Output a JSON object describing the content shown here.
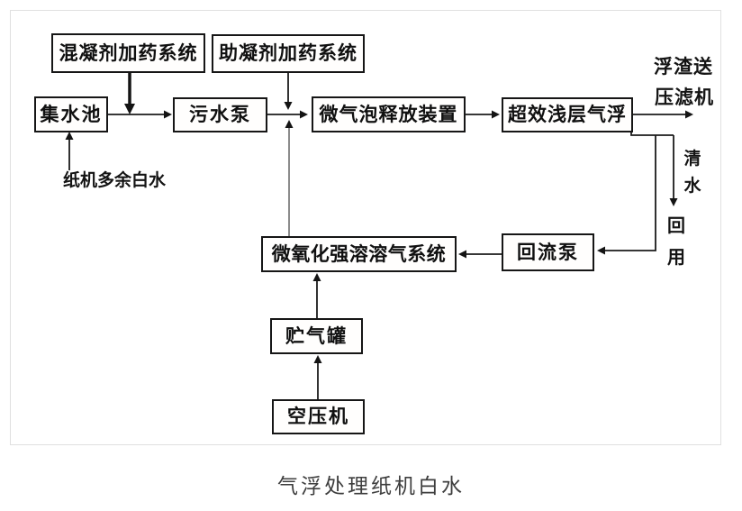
{
  "page": {
    "caption": "气浮处理纸机白水"
  },
  "diagram": {
    "nodes": [
      {
        "id": "coagulant-dosing",
        "label": "混凝剂加药系统"
      },
      {
        "id": "flocculant-dosing",
        "label": "助凝剂加药系统"
      },
      {
        "id": "collection-tank",
        "label": "集水池"
      },
      {
        "id": "sewage-pump",
        "label": "污水泵"
      },
      {
        "id": "microbubble-release",
        "label": "微气泡释放装置"
      },
      {
        "id": "shallow-air-flotation",
        "label": "超效浅层气浮"
      },
      {
        "id": "oxidation-dissolved-air-system",
        "label": "微氧化强溶溶气系统"
      },
      {
        "id": "return-pump",
        "label": "回流泵"
      },
      {
        "id": "air-storage-tank",
        "label": "贮气罐"
      },
      {
        "id": "air-compressor",
        "label": "空压机"
      }
    ],
    "labels": {
      "influent": "纸机多余白水",
      "scum_line1": "浮渣送",
      "scum_line2": "压滤机",
      "clean_water": "清水",
      "reuse": "回用"
    },
    "edges": [
      {
        "from": "纸机多余白水",
        "to": "集水池"
      },
      {
        "from": "混凝剂加药系统",
        "to": "集水池-污水泵管线"
      },
      {
        "from": "集水池",
        "to": "污水泵"
      },
      {
        "from": "助凝剂加药系统",
        "to": "污水泵-微气泡释放装置管线"
      },
      {
        "from": "微氧化强溶溶气系统",
        "to": "污水泵-微气泡释放装置管线"
      },
      {
        "from": "污水泵",
        "to": "微气泡释放装置"
      },
      {
        "from": "微气泡释放装置",
        "to": "超效浅层气浮"
      },
      {
        "from": "超效浅层气浮",
        "to": "浮渣送压滤机"
      },
      {
        "from": "超效浅层气浮",
        "to": "清水回用"
      },
      {
        "from": "超效浅层气浮",
        "to": "回流泵"
      },
      {
        "from": "回流泵",
        "to": "微氧化强溶溶气系统"
      },
      {
        "from": "贮气罐",
        "to": "微氧化强溶溶气系统"
      },
      {
        "from": "空压机",
        "to": "贮气罐"
      }
    ]
  }
}
